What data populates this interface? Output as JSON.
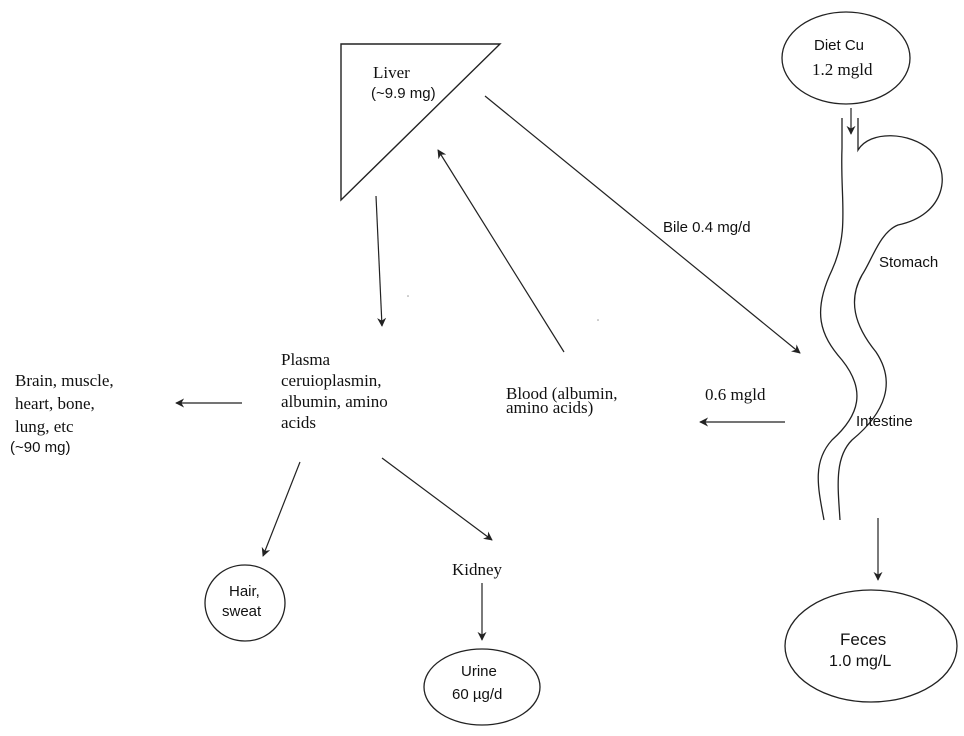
{
  "liver": {
    "name": "Liver",
    "amount": "(~9.9 mg)"
  },
  "diet": {
    "name": "Diet Cu",
    "amount": "1.2 mgld"
  },
  "bile": "Bile 0.4 mg/d",
  "stomach": "Stomach",
  "intestine": "Intestine",
  "absorption": "0.6 mgld",
  "blood": {
    "line1": "Blood (albumin,",
    "line2": "amino acids)"
  },
  "plasma": {
    "line1": "Plasma",
    "line2": "ceruioplasmin,",
    "line3": "albumin, amino",
    "line4": "acids"
  },
  "tissues": {
    "line1": "Brain, muscle,",
    "line2": "heart, bone,",
    "line3": "lung, etc",
    "line4": "(~90 mg)"
  },
  "hair": {
    "line1": "Hair,",
    "line2": "sweat"
  },
  "kidney": "Kidney",
  "urine": {
    "name": "Urine",
    "amount": "60 µg/d"
  },
  "feces": {
    "name": "Feces",
    "amount": "1.0 mg/L"
  }
}
